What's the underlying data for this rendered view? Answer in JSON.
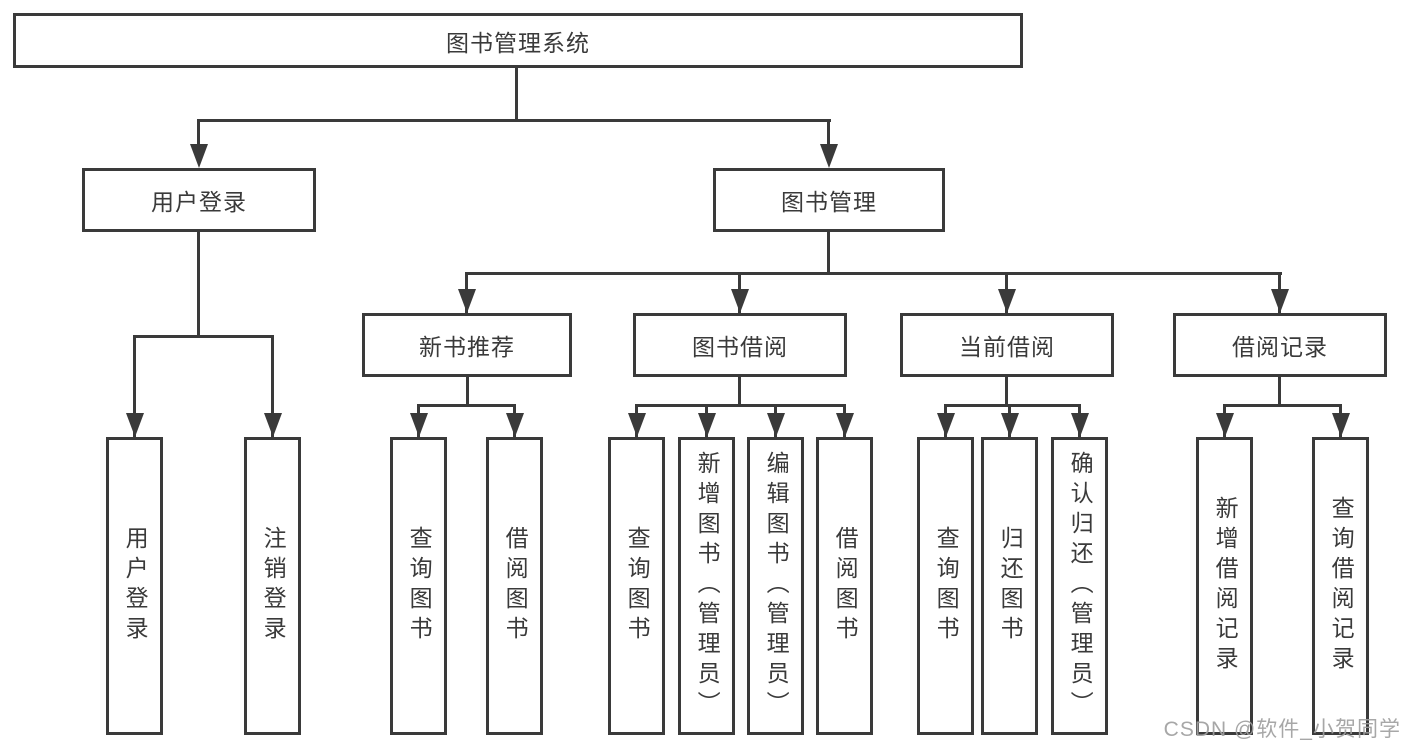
{
  "colors": {
    "line": "#3a3a3a",
    "text": "#3a3a3a",
    "watermark": "#a0a0a0",
    "background": "#ffffff"
  },
  "tree": {
    "root": {
      "label": "图书管理系统"
    },
    "level1": [
      {
        "label": "用户登录"
      },
      {
        "label": "图书管理"
      }
    ],
    "level2": [
      {
        "label": "新书推荐",
        "parent": "图书管理"
      },
      {
        "label": "图书借阅",
        "parent": "图书管理"
      },
      {
        "label": "当前借阅",
        "parent": "图书管理"
      },
      {
        "label": "借阅记录",
        "parent": "图书管理"
      }
    ],
    "leaves": [
      {
        "label": "用户登录",
        "parent": "用户登录"
      },
      {
        "label": "注销登录",
        "parent": "用户登录"
      },
      {
        "label": "查询图书",
        "parent": "新书推荐"
      },
      {
        "label": "借阅图书",
        "parent": "新书推荐"
      },
      {
        "label": "查询图书",
        "parent": "图书借阅"
      },
      {
        "label": "新增图书（管理员）",
        "parent": "图书借阅"
      },
      {
        "label": "编辑图书（管理员）",
        "parent": "图书借阅"
      },
      {
        "label": "借阅图书",
        "parent": "图书借阅"
      },
      {
        "label": "查询图书",
        "parent": "当前借阅"
      },
      {
        "label": "归还图书",
        "parent": "当前借阅"
      },
      {
        "label": "确认归还（管理员）",
        "parent": "当前借阅"
      },
      {
        "label": "新增借阅记录",
        "parent": "借阅记录"
      },
      {
        "label": "查询借阅记录",
        "parent": "借阅记录"
      }
    ]
  },
  "watermark": "CSDN @软件_小贺同学"
}
